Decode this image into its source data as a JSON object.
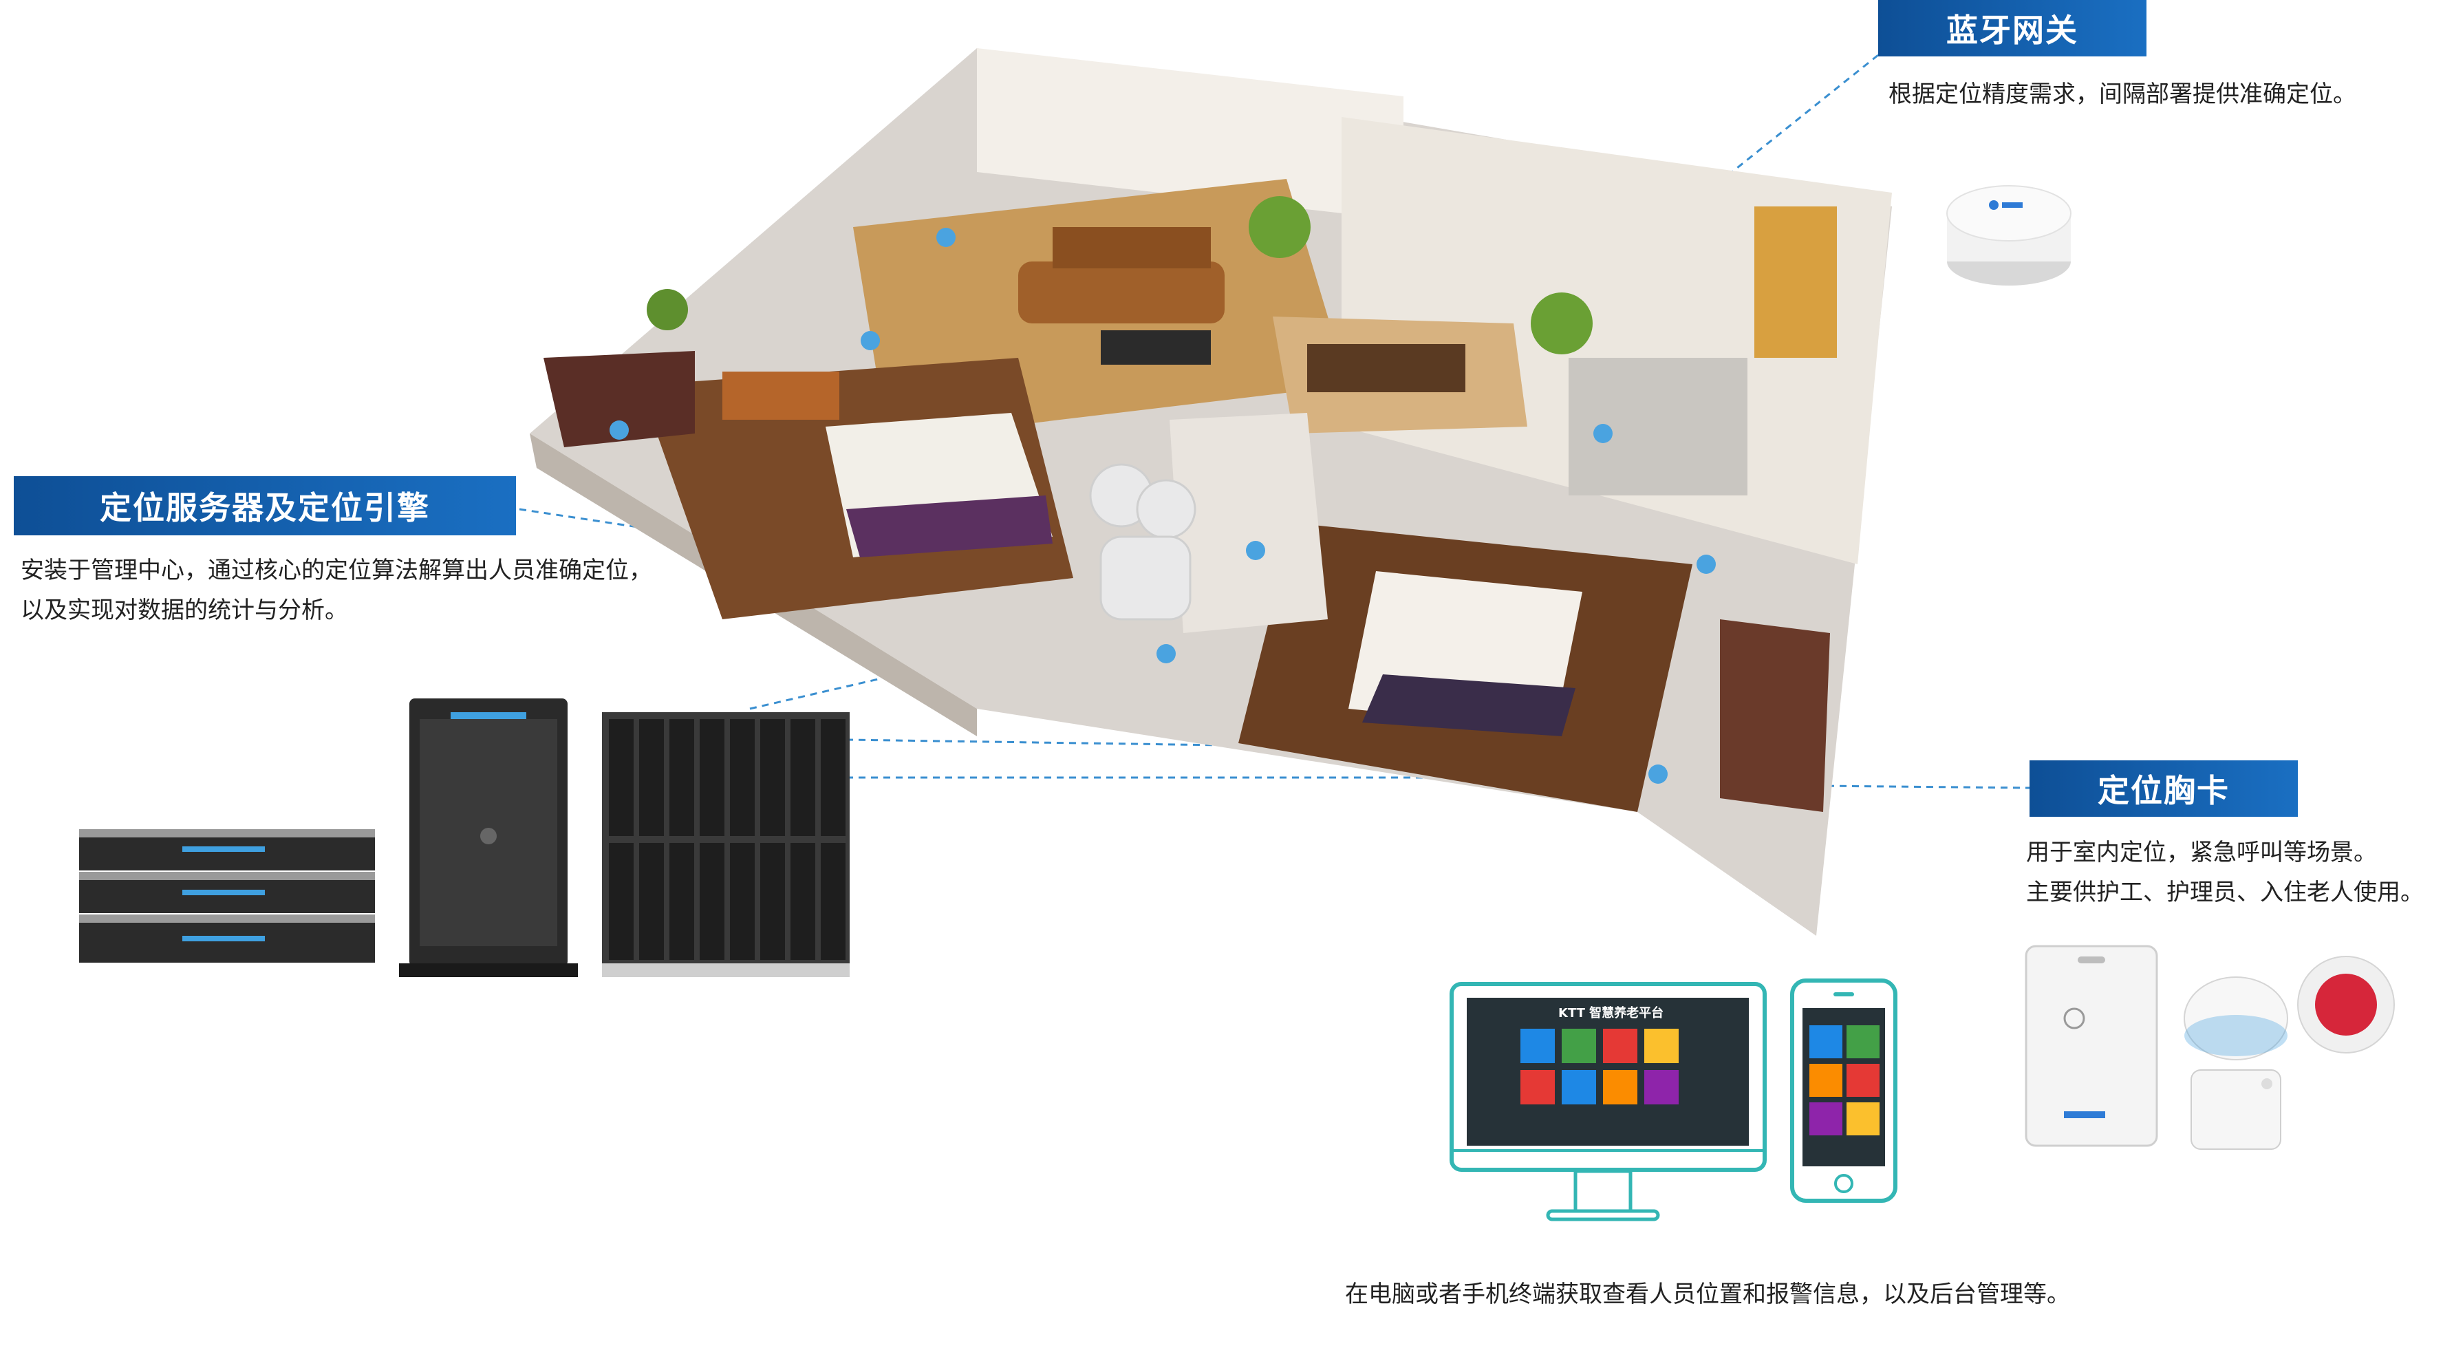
{
  "bluetooth_gateway": {
    "title": "蓝牙网关",
    "desc": "根据定位精度需求，间隔部署提供准确定位。"
  },
  "server": {
    "title": "定位服务器及定位引擎",
    "desc_line1": "安装于管理中心，通过核心的定位算法解算出人员准确定位，",
    "desc_line2": "以及实现对数据的统计与分析。"
  },
  "badge": {
    "title": "定位胸卡",
    "desc_line1": "用于室内定位，紧急呼叫等场景。",
    "desc_line2": "主要供护工、护理员、入住老人使用。"
  },
  "terminal": {
    "desc": "在电脑或者手机终端获取查看人员位置和报警信息，以及后台管理等。",
    "monitor_title": "KTT 智慧养老平台"
  },
  "colors": {
    "label_blue": "#1565b8",
    "dashed_line": "#3a8fd0",
    "device_blue": "#4aa3e0",
    "tile_colors": [
      "#1e88e5",
      "#43a047",
      "#e53935",
      "#fbc02d",
      "#e53935",
      "#1e88e5",
      "#fb8c00",
      "#8e24aa"
    ]
  },
  "icons": [
    "server-icon",
    "gateway-puck-icon",
    "badge-card-icon",
    "monitor-icon",
    "phone-icon"
  ]
}
